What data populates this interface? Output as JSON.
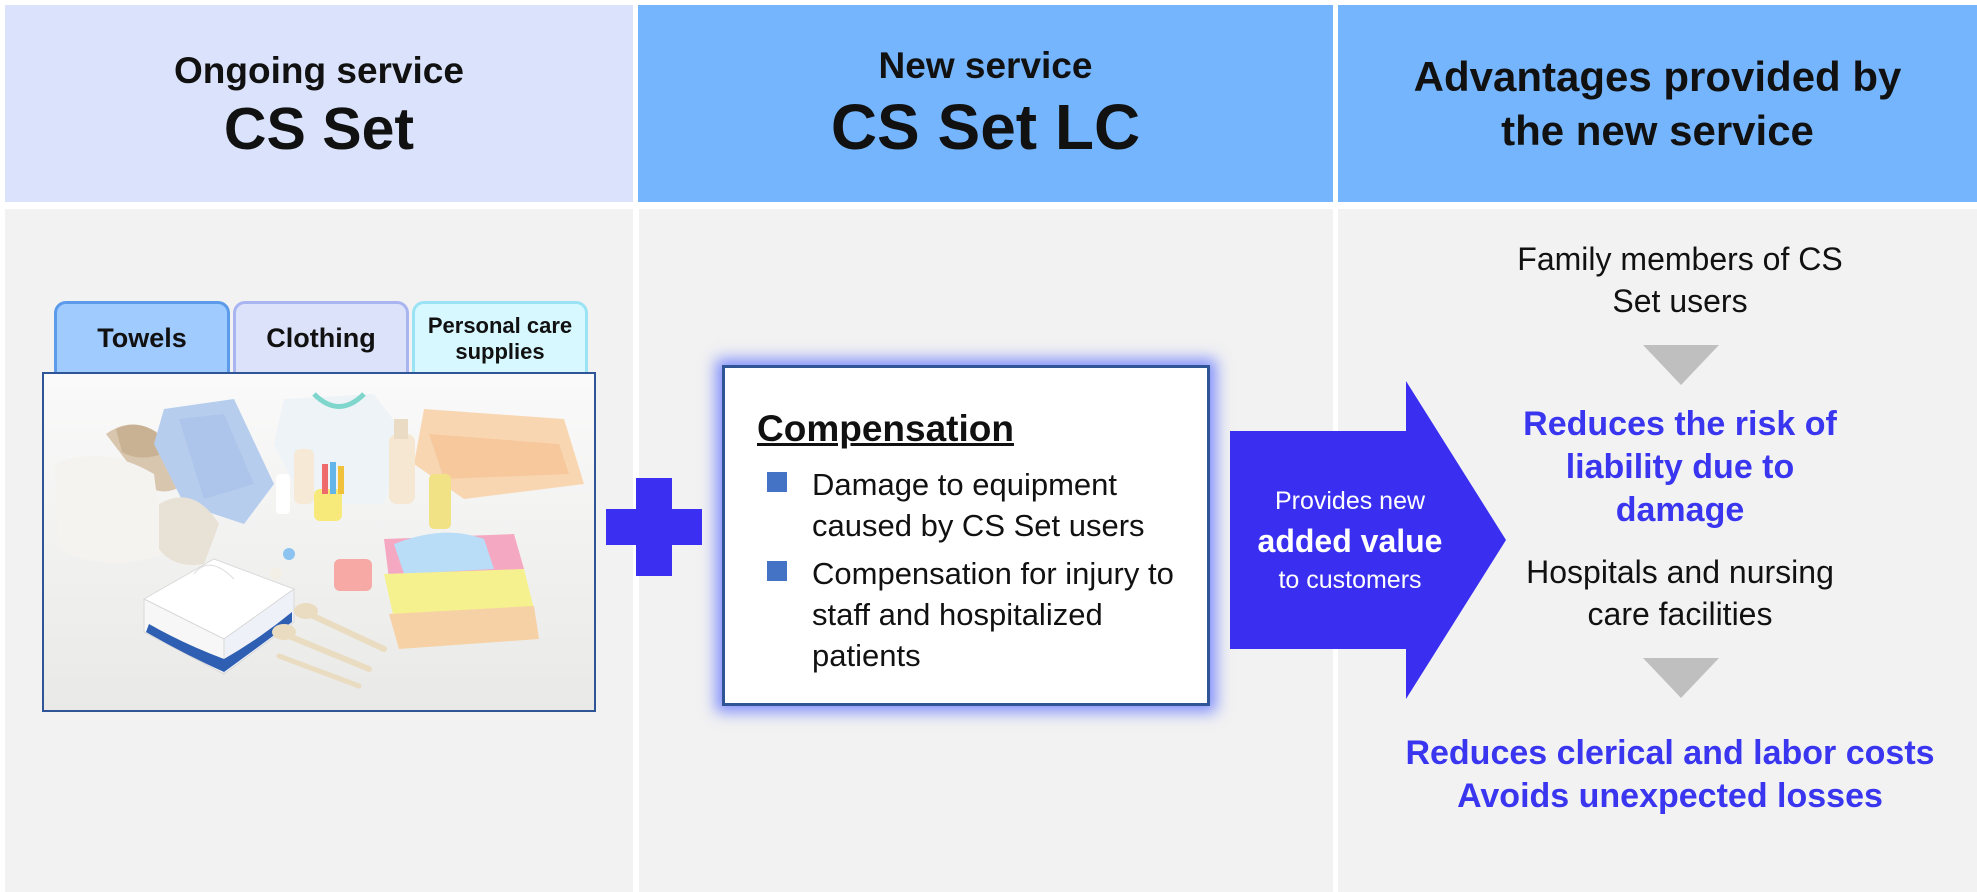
{
  "header": {
    "ongoing_subtitle": "Ongoing service",
    "ongoing_title": "CS Set",
    "new_subtitle": "New service",
    "new_title": "CS Set LC",
    "advantages_line1": "Advantages provided by",
    "advantages_line2": "the new service"
  },
  "tabs": [
    {
      "label": "Towels"
    },
    {
      "label": "Clothing"
    },
    {
      "label": "Personal care supplies"
    }
  ],
  "compensation": {
    "title": "Compensation",
    "items": [
      "Damage to equipment caused by CS Set users",
      "Compensation for injury to staff and hospitalized patients"
    ]
  },
  "arrow": {
    "line1": "Provides new",
    "line2": "added value",
    "line3": "to customers"
  },
  "advantages": {
    "family_members": "Family members of CS Set users",
    "reduces_risk": "Reduces the risk of liability due to damage",
    "hospitals": "Hospitals and nursing care facilities",
    "reduces_costs": "Reduces clerical and labor costs",
    "avoids_losses": "Avoids unexpected losses"
  },
  "colors": {
    "header_light": "#dae3fb",
    "header_blue": "#75b5fd",
    "panel_gray": "#f2f2f2",
    "accent_blue": "#3a36f0",
    "plus_blue": "#3b30f2",
    "arrow_blue": "#3a2ff0",
    "border_navy": "#2f5597",
    "bullet_blue": "#4472c4",
    "triangle_gray": "#bfbfbf"
  }
}
